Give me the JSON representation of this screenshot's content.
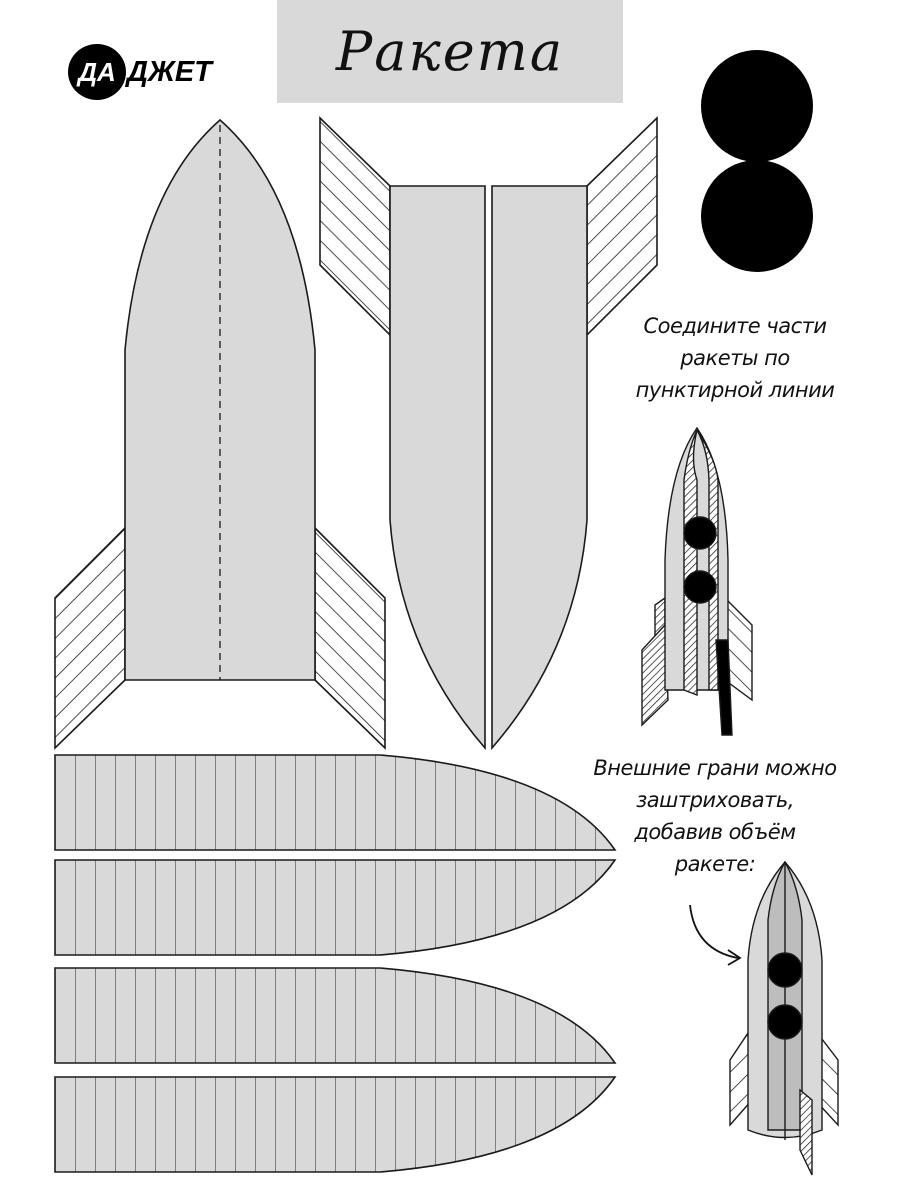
{
  "logo": {
    "part1": "ДА",
    "part2": "ДЖЕТ"
  },
  "title": "Ракета",
  "notes": {
    "join": "Соедините части ракеты по пунктирной линии",
    "join_lines": [
      "Соедините части",
      "ракеты по",
      "пунктирной линии"
    ],
    "shade_lines": [
      "Внешние грани можно",
      "заштриховать,",
      "добавив объём",
      "ракете:"
    ]
  },
  "colors": {
    "fill": "#d9d9d9",
    "stroke": "#1a1a1a",
    "portholes": "#000000"
  }
}
